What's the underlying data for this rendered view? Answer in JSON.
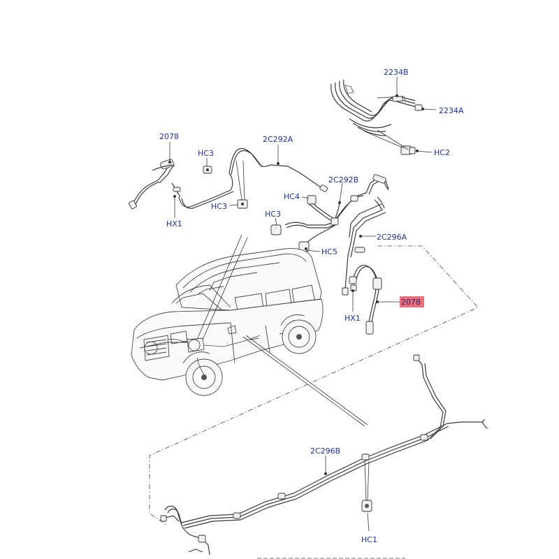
{
  "labels": {
    "p2234B": "2234B",
    "p2234A": "2234A",
    "hc2": "HC2",
    "p2078_left": "2078",
    "hc3_top": "HC3",
    "p2C292A": "2C292A",
    "p2C292B": "2C292B",
    "hc4": "HC4",
    "hc3_left": "HC3",
    "hc3_mid": "HC3",
    "hx1_left": "HX1",
    "p2C296A": "2C296A",
    "hc5": "HC5",
    "p2078_right": "2078",
    "hx1_right": "HX1",
    "p2C296B": "2C296B",
    "hc1": "HC1"
  },
  "colors": {
    "label_text": "#1f2f9a",
    "highlight_fill": "#e8707a",
    "line": "#3a3a3a"
  }
}
